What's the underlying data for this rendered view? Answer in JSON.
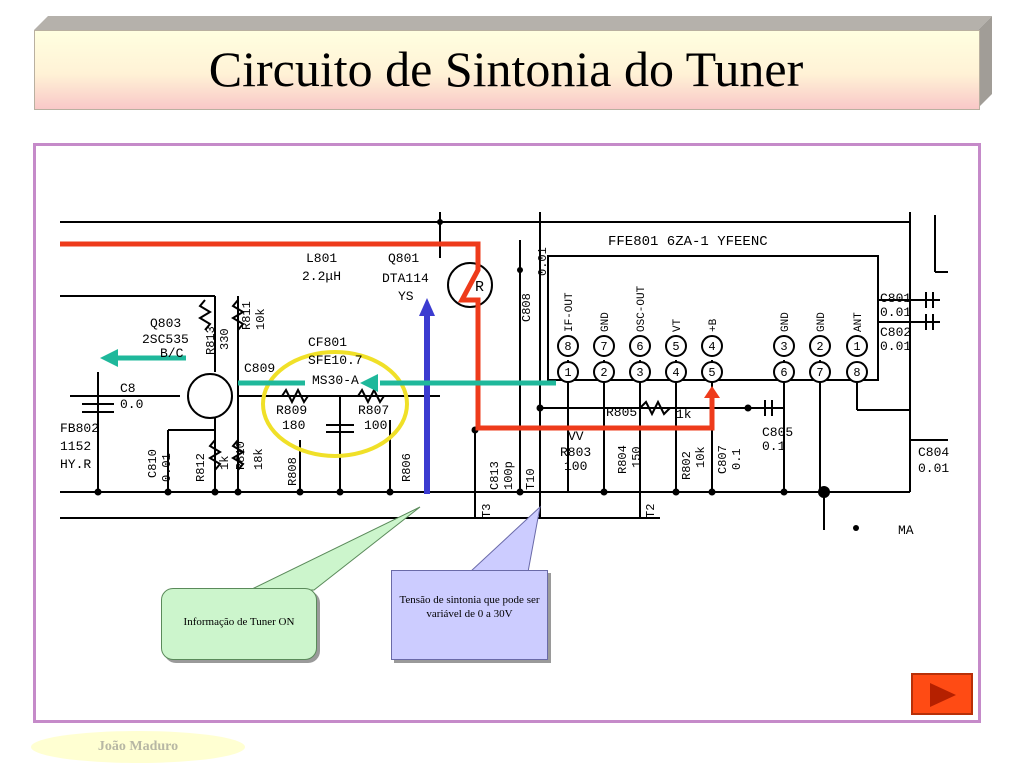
{
  "title": "Circuito de Sintonia do Tuner",
  "author": "João Maduro",
  "callouts": {
    "tuner_on": "Informação de Tuner ON",
    "tuning_voltage": "Tensão de sintonia que pode ser variável de 0 a 30V"
  },
  "navigation": {
    "next_icon": "play-arrow-icon"
  },
  "colors": {
    "frame_border": "#c58ac9",
    "red_trace": "#ee3b1b",
    "blue_trace": "#3b3bd0",
    "green_arrow": "#1fb89b",
    "highlight_circle": "#f0e028",
    "next_button": "#ff4b14"
  },
  "schematic": {
    "module": "FFE801  6ZA-1  YFEENC",
    "labels": {
      "l801_name": "L801",
      "l801_val": "2.2μH",
      "q801_name": "Q801",
      "q801_type": "DTA114",
      "q801_ys": "YS",
      "r_symbol": "R",
      "q803_name": "Q803",
      "q803_type": "2SC535",
      "q803_rank": "B/C",
      "r813_name": "R813",
      "r813_val": "330",
      "r811_name": "R811",
      "r811_val": "10k",
      "cf801_name": "CF801",
      "cf801_type": "SFE10.7",
      "cf801_sub": "MS30-A",
      "c809": "C809",
      "r809_name": "R809",
      "r809_val": "180",
      "r807_name": "R807",
      "r807_val": "100",
      "c8x": "C8",
      "c8x_val": "0.0",
      "r812_name": "R812",
      "r812_val": "1k",
      "r810_name": "R810",
      "r810_val": "18k",
      "c810_name": "C810",
      "c810_val": "0.01",
      "fb802_name": "FB802",
      "fb802_type": "1152",
      "fb802_sub": "HY.R",
      "r808": "R808",
      "r806": "R806",
      "c808_name": "C808",
      "c808_val": "0.01",
      "c813_name": "C813",
      "c813_val": "100p",
      "t10": "T10",
      "t3": "T3",
      "t2": "T2",
      "r805": "R805",
      "r805_val": "1k",
      "r803_name": "R803",
      "r803_val": "100",
      "r804_name": "R804",
      "r804_val": "150",
      "r802_name": "R802",
      "r802_val": "10k",
      "c807_name": "C807",
      "c807_val": "0.1",
      "c805_name": "C805",
      "c805_val": "0.1",
      "c801_name": "C801",
      "c801_val": "0.01",
      "c802_name": "C802",
      "c802_val": "0.01",
      "c804_name": "C804",
      "c804_val": "0.01",
      "vv": "VV",
      "ma": "MA"
    },
    "pins_top": [
      {
        "num": "8",
        "label": "IF-OUT"
      },
      {
        "num": "7",
        "label": "GND"
      },
      {
        "num": "6",
        "label": "OSC-OUT"
      },
      {
        "num": "5",
        "label": "VT"
      },
      {
        "num": "4",
        "label": "+B"
      },
      {
        "num": "3",
        "label": "GND"
      },
      {
        "num": "2",
        "label": "GND"
      },
      {
        "num": "1",
        "label": "ANT"
      }
    ],
    "pins_bottom": [
      "1",
      "2",
      "3",
      "4",
      "5",
      "6",
      "7",
      "8"
    ]
  }
}
